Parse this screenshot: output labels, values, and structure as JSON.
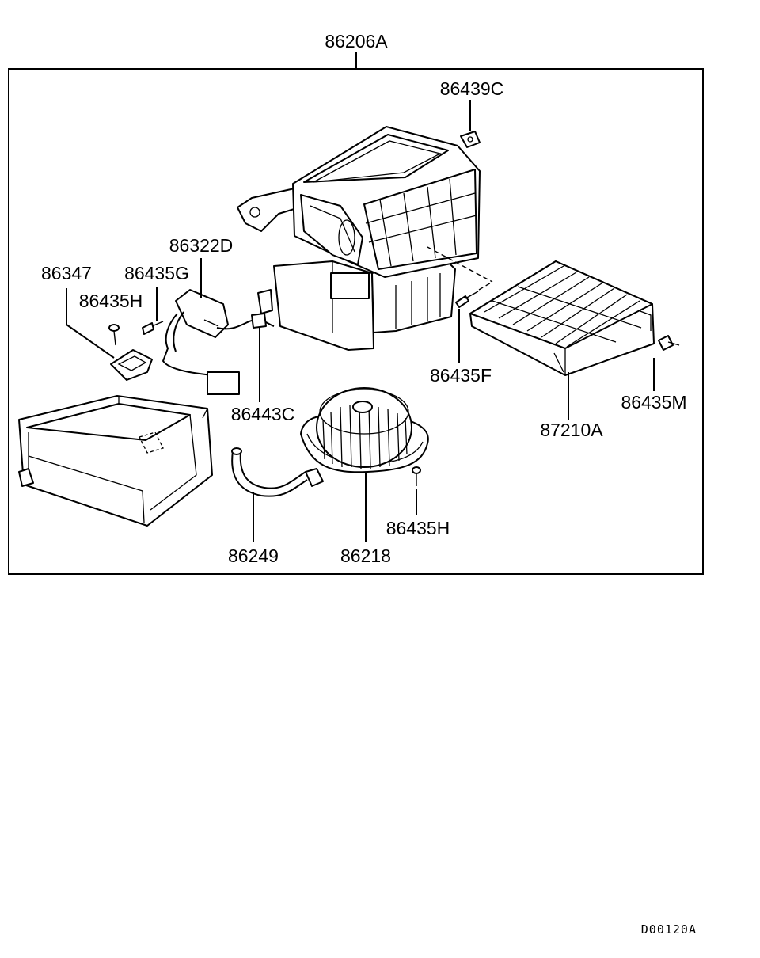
{
  "labels": {
    "assembly": "86206A",
    "case_bracket": "86439C",
    "wire_harness": "86322D",
    "resistor": "86347",
    "screw_g": "86435G",
    "screw_h_top": "86435H",
    "connector": "86443C",
    "screw_f": "86435F",
    "screw_m": "86435M",
    "filter": "87210A",
    "hose": "86249",
    "blower_motor": "86218",
    "screw_h_bottom": "86435H"
  },
  "diagram_code": "D00120A"
}
